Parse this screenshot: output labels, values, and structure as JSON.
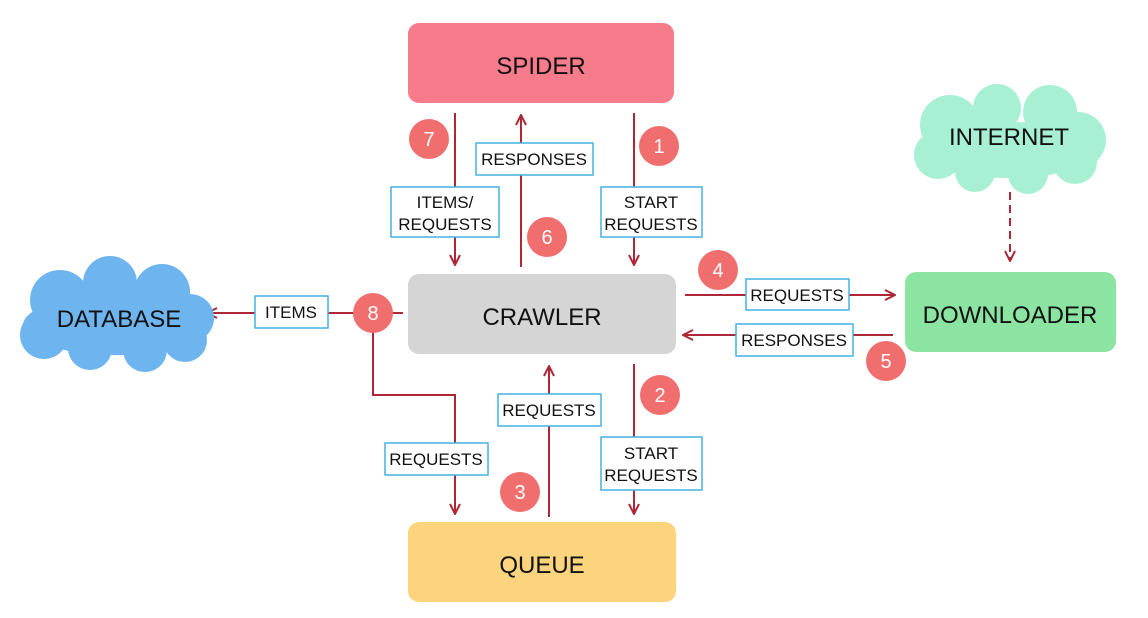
{
  "colors": {
    "spider": "#f67b8b",
    "crawler": "#d5d5d5",
    "queue": "#fbd47d",
    "downloader": "#8be4a1",
    "internet": "#a8f0d3",
    "database": "#6eb4ee",
    "edge": "#ae2737",
    "step": "#f16e6e",
    "label_border": "#43b2e0"
  },
  "nodes": {
    "spider": "SPIDER",
    "crawler": "CRAWLER",
    "queue": "QUEUE",
    "downloader": "DOWNLOADER",
    "internet": "INTERNET",
    "database": "DATABASE"
  },
  "steps": [
    "1",
    "2",
    "3",
    "4",
    "5",
    "6",
    "7",
    "8"
  ],
  "labels": {
    "spider_to_crawler_items": [
      "ITEMS/",
      "REQUESTS"
    ],
    "crawler_to_spider_responses": "RESPONSES",
    "spider_to_crawler_start": [
      "START",
      "REQUESTS"
    ],
    "crawler_to_downloader": "REQUESTS",
    "downloader_to_crawler": "RESPONSES",
    "crawler_to_database": "ITEMS",
    "crawler_to_queue_requests": "REQUESTS",
    "queue_to_crawler": "REQUESTS",
    "crawler_to_queue_start": [
      "START",
      "REQUESTS"
    ]
  }
}
